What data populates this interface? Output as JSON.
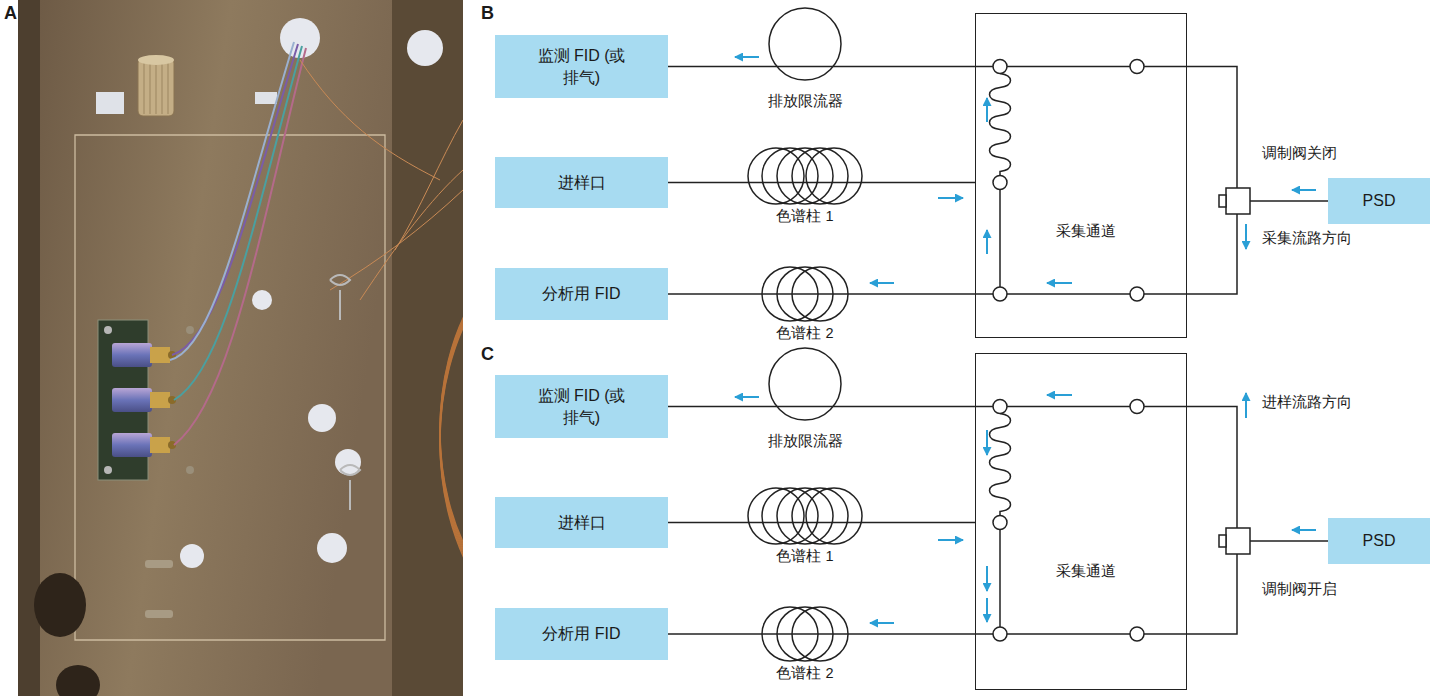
{
  "diagram": {
    "nodes": [
      {
        "text": [
          "监测 FID (或排气)"
        ]
      },
      {
        "text": [
          "进样口"
        ]
      },
      {
        "text": [
          "分析用 FID"
        ]
      },
      {
        "text": [
          "采集通道"
        ]
      },
      {
        "text": [
          "PSD"
        ]
      },
      {
        "text": [
          "监测 FID (或排气)"
        ]
      },
      {
        "text": [
          "进样口"
        ]
      },
      {
        "text": [
          "分析用 FID"
        ]
      },
      {
        "text": [
          "采集通道"
        ]
      },
      {
        "text": [
          "PSD"
        ]
      }
    ],
    "edges": [
      {
        "from": 3,
        "to": 0,
        "arrow": "none"
      },
      {
        "from": 1,
        "to": 3,
        "arrow": "none"
      },
      {
        "from": 3,
        "to": 2,
        "arrow": "none"
      },
      {
        "from": 4,
        "to": 3,
        "arrow": "none"
      },
      {
        "from": 8,
        "to": 5,
        "arrow": "none"
      },
      {
        "from": 6,
        "to": 8,
        "arrow": "none"
      },
      {
        "from": 8,
        "to": 7,
        "arrow": "none"
      },
      {
        "from": 9,
        "to": 8,
        "arrow": "none"
      }
    ],
    "labels": [
      "A",
      "B",
      "C",
      "排放限流器",
      "色谱柱 1",
      "色谱柱 2",
      "调制阀关闭",
      "采集流路方向",
      "排放限流器",
      "色谱柱 1",
      "色谱柱 2",
      "进样流路方向",
      "调制阀开启"
    ]
  }
}
